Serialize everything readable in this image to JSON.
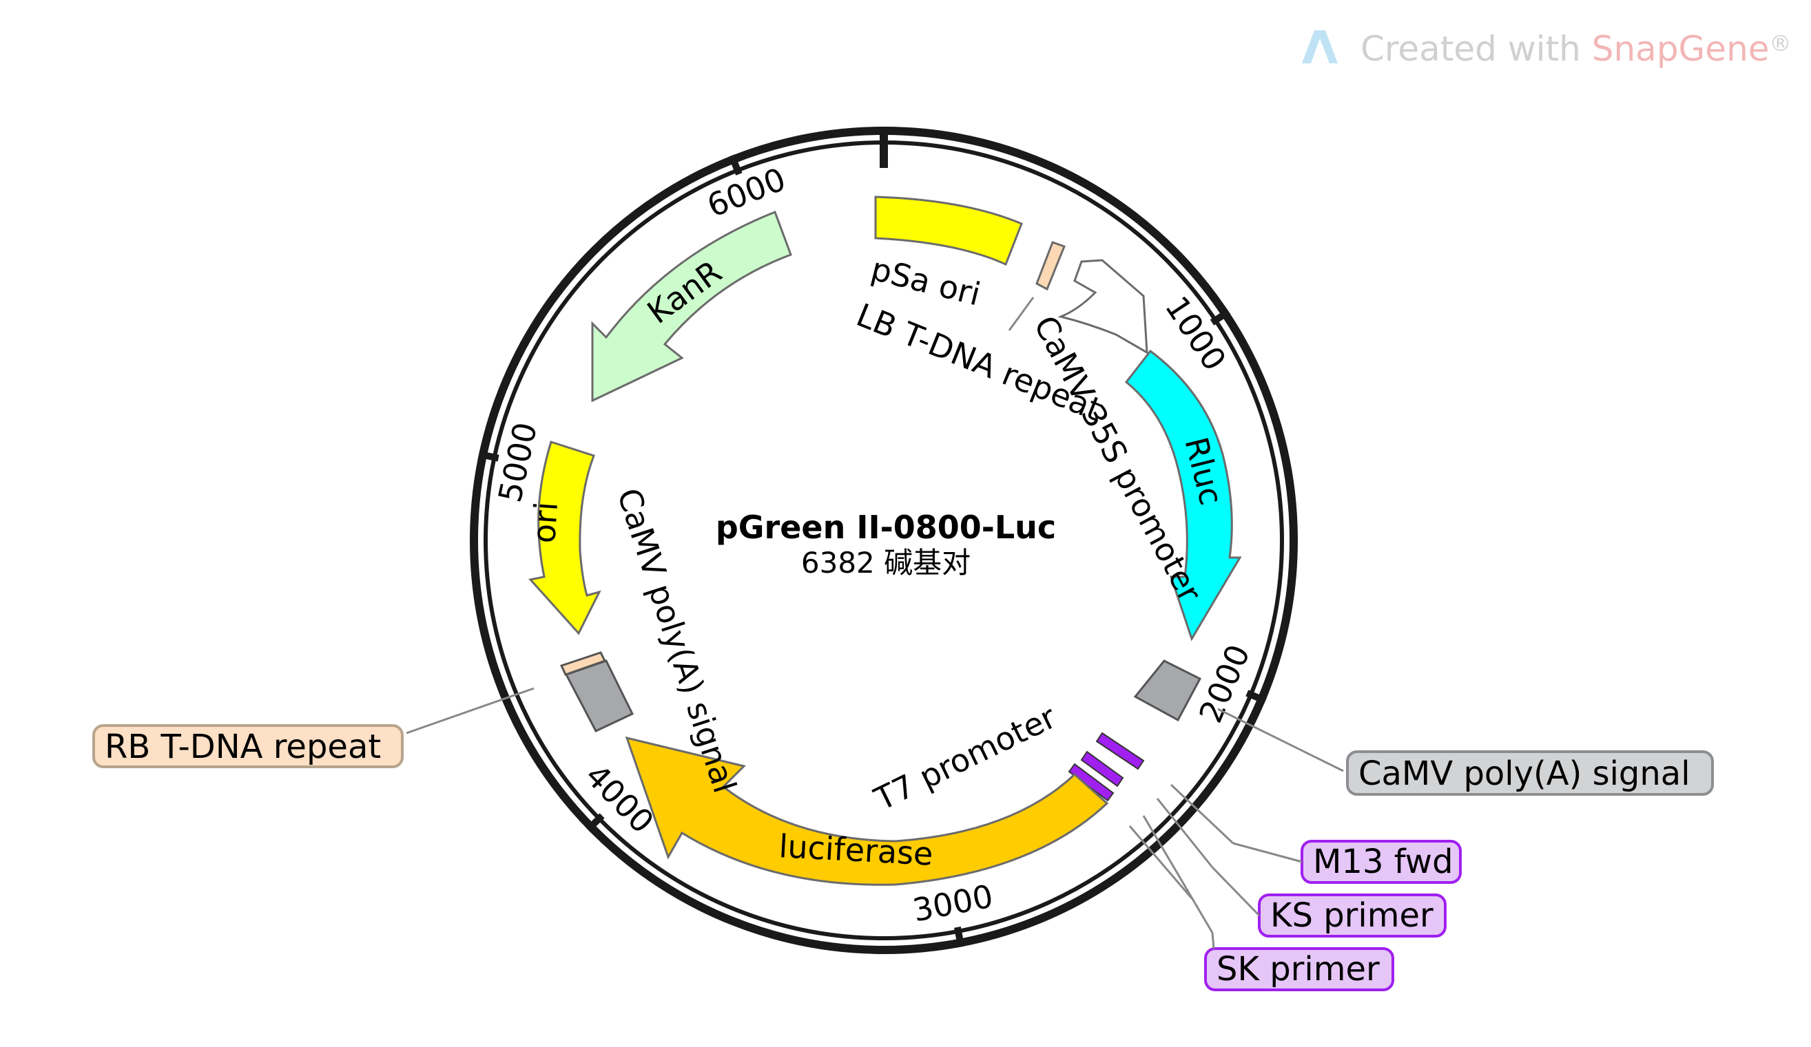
{
  "watermark": {
    "prefix": "Created with ",
    "brand": "SnapGene",
    "suffix": "®"
  },
  "plasmid": {
    "name": "pGreen II-0800-Luc",
    "length_label": "6382 碱基对",
    "length_bp": 6382
  },
  "ticks": [
    {
      "bp": 1000,
      "label": "1000"
    },
    {
      "bp": 2000,
      "label": "2000"
    },
    {
      "bp": 3000,
      "label": "3000"
    },
    {
      "bp": 4000,
      "label": "4000"
    },
    {
      "bp": 5000,
      "label": "5000"
    },
    {
      "bp": 6000,
      "label": "6000"
    }
  ],
  "features": [
    {
      "id": "psa-ori",
      "label": "pSa ori",
      "color": "#ffff00",
      "kind": "block"
    },
    {
      "id": "lb-tdna",
      "label": "LB T-DNA repeat",
      "color": "#fcd9b4",
      "kind": "thin"
    },
    {
      "id": "camv-35s",
      "label": "CaMV 35S promoter",
      "color": "#ffffff",
      "kind": "arrow"
    },
    {
      "id": "rluc",
      "label": "Rluc",
      "color": "#00ffff",
      "kind": "arrow"
    },
    {
      "id": "polya-1",
      "label": "CaMV poly(A) signal",
      "color": "#a6a8ab",
      "kind": "block"
    },
    {
      "id": "primers",
      "label": "T7 promoter",
      "color": "#a020f0",
      "kind": "thin"
    },
    {
      "id": "luciferase",
      "label": "luciferase",
      "color": "#ffcc00",
      "kind": "arrow"
    },
    {
      "id": "polya-2",
      "label": "CaMV poly(A) signal",
      "color": "#a6a8ab",
      "kind": "block"
    },
    {
      "id": "ori",
      "label": "ori",
      "color": "#ffff00",
      "kind": "arrow"
    },
    {
      "id": "kanr",
      "label": "KanR",
      "color": "#ccfccc",
      "kind": "arrow"
    }
  ],
  "callouts": [
    {
      "id": "rb-tdna",
      "label": "RB T-DNA repeat",
      "fill": "#fde0c6",
      "stroke": "#b8a48c"
    },
    {
      "id": "camv-polya",
      "label": "CaMV poly(A) signal",
      "fill": "#d2d3d5",
      "stroke": "#8c8e91"
    },
    {
      "id": "m13-fwd",
      "label": "M13 fwd",
      "fill": "#e5c6f7",
      "stroke": "#a020f0"
    },
    {
      "id": "ks-primer",
      "label": "KS primer",
      "fill": "#e5c6f7",
      "stroke": "#a020f0"
    },
    {
      "id": "sk-primer",
      "label": "SK primer",
      "fill": "#e5c6f7",
      "stroke": "#a020f0"
    }
  ]
}
